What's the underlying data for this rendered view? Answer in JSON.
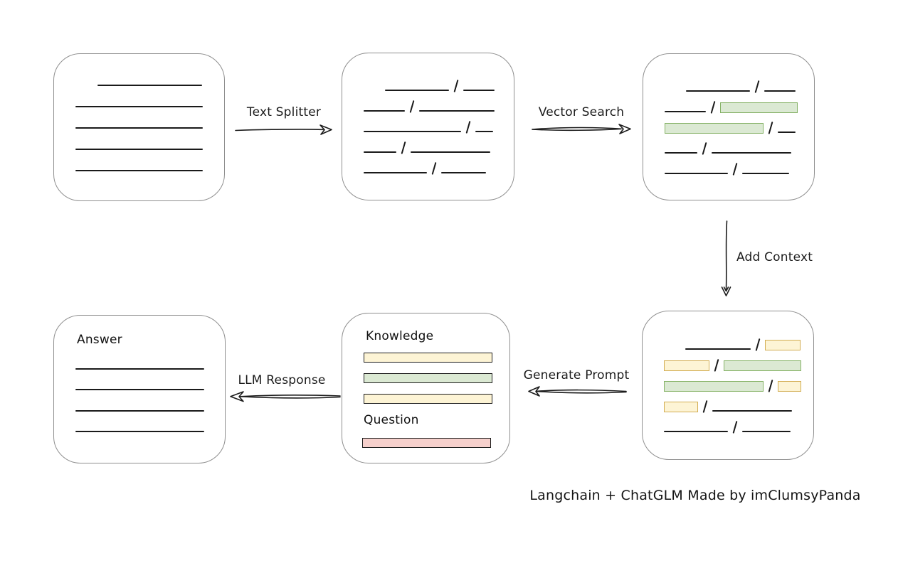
{
  "caption": "Langchain + ChatGLM Made by imClumsyPanda",
  "colors": {
    "line": "#1a1a1a",
    "box_border": "#8f8f8f",
    "green_fill": "#dbe9d3",
    "green_border": "#84b164",
    "yellow_fill": "#fdf4d5",
    "yellow_border": "#d2ad52",
    "red_fill": "#f6d0cc",
    "red_border": "#b2584f"
  },
  "arrows": {
    "text_splitter": {
      "label": "Text Splitter",
      "direction": "right"
    },
    "vector_search": {
      "label": "Vector Search",
      "direction": "right"
    },
    "add_context": {
      "label": "Add Context",
      "direction": "down"
    },
    "generate_prompt": {
      "label": "Generate Prompt",
      "direction": "left"
    },
    "llm_response": {
      "label": "LLM Response",
      "direction": "left"
    }
  },
  "boxes": {
    "document": {
      "rows": [
        {
          "indent": 31,
          "segments": [
            {
              "t": "line",
              "w": 147
            }
          ]
        },
        {
          "indent": 0,
          "segments": [
            {
              "t": "line",
              "w": 179
            }
          ]
        },
        {
          "indent": 0,
          "segments": [
            {
              "t": "line",
              "w": 179
            }
          ]
        },
        {
          "indent": 0,
          "segments": [
            {
              "t": "line",
              "w": 179
            }
          ]
        },
        {
          "indent": 0,
          "segments": [
            {
              "t": "line",
              "w": 179
            }
          ]
        }
      ]
    },
    "chunks": {
      "rows": [
        {
          "indent": 30,
          "segments": [
            {
              "t": "line",
              "w": 90
            },
            {
              "t": "slash"
            },
            {
              "t": "line",
              "w": 44
            }
          ]
        },
        {
          "indent": 0,
          "segments": [
            {
              "t": "line",
              "w": 58
            },
            {
              "t": "slash"
            },
            {
              "t": "line",
              "w": 106
            }
          ]
        },
        {
          "indent": 0,
          "segments": [
            {
              "t": "line",
              "w": 137
            },
            {
              "t": "slash"
            },
            {
              "t": "line",
              "w": 25
            }
          ]
        },
        {
          "indent": 0,
          "segments": [
            {
              "t": "line",
              "w": 46
            },
            {
              "t": "slash"
            },
            {
              "t": "line",
              "w": 112
            }
          ]
        },
        {
          "indent": 0,
          "segments": [
            {
              "t": "line",
              "w": 89
            },
            {
              "t": "slash"
            },
            {
              "t": "line",
              "w": 63
            }
          ]
        }
      ]
    },
    "matched_chunks": {
      "rows": [
        {
          "indent": 30,
          "segments": [
            {
              "t": "line",
              "w": 90
            },
            {
              "t": "slash"
            },
            {
              "t": "line",
              "w": 44
            }
          ]
        },
        {
          "indent": 0,
          "segments": [
            {
              "t": "line",
              "w": 58
            },
            {
              "t": "slash"
            },
            {
              "t": "green",
              "w": 107
            }
          ]
        },
        {
          "indent": 0,
          "segments": [
            {
              "t": "green",
              "w": 137
            },
            {
              "t": "slash"
            },
            {
              "t": "line",
              "w": 25
            }
          ]
        },
        {
          "indent": 0,
          "segments": [
            {
              "t": "line",
              "w": 46
            },
            {
              "t": "slash"
            },
            {
              "t": "line",
              "w": 112
            }
          ]
        },
        {
          "indent": 0,
          "segments": [
            {
              "t": "line",
              "w": 89
            },
            {
              "t": "slash"
            },
            {
              "t": "line",
              "w": 66
            }
          ]
        }
      ]
    },
    "context_chunks": {
      "rows": [
        {
          "indent": 30,
          "segments": [
            {
              "t": "line",
              "w": 92
            },
            {
              "t": "slash"
            },
            {
              "t": "yellow",
              "w": 48
            }
          ]
        },
        {
          "indent": 0,
          "segments": [
            {
              "t": "yellow",
              "w": 62
            },
            {
              "t": "slash"
            },
            {
              "t": "green",
              "w": 107
            }
          ]
        },
        {
          "indent": 0,
          "segments": [
            {
              "t": "green",
              "w": 138
            },
            {
              "t": "slash"
            },
            {
              "t": "yellow",
              "w": 31
            }
          ]
        },
        {
          "indent": 0,
          "segments": [
            {
              "t": "yellow",
              "w": 46
            },
            {
              "t": "slash"
            },
            {
              "t": "line",
              "w": 112
            }
          ]
        },
        {
          "indent": 0,
          "segments": [
            {
              "t": "line",
              "w": 90
            },
            {
              "t": "slash"
            },
            {
              "t": "line",
              "w": 68
            }
          ]
        }
      ]
    },
    "prompt": {
      "knowledge_label": "Knowledge",
      "question_label": "Question",
      "knowledge_bars": [
        "yellow",
        "green",
        "yellow"
      ],
      "question_bars": [
        "red"
      ]
    },
    "answer": {
      "label": "Answer",
      "rows": [
        {
          "indent": 0,
          "segments": [
            {
              "t": "line",
              "w": 181
            }
          ]
        },
        {
          "indent": 0,
          "segments": [
            {
              "t": "line",
              "w": 181
            }
          ]
        },
        {
          "indent": 0,
          "segments": [
            {
              "t": "line",
              "w": 181
            }
          ]
        },
        {
          "indent": 0,
          "segments": [
            {
              "t": "line",
              "w": 181
            }
          ]
        }
      ]
    }
  }
}
